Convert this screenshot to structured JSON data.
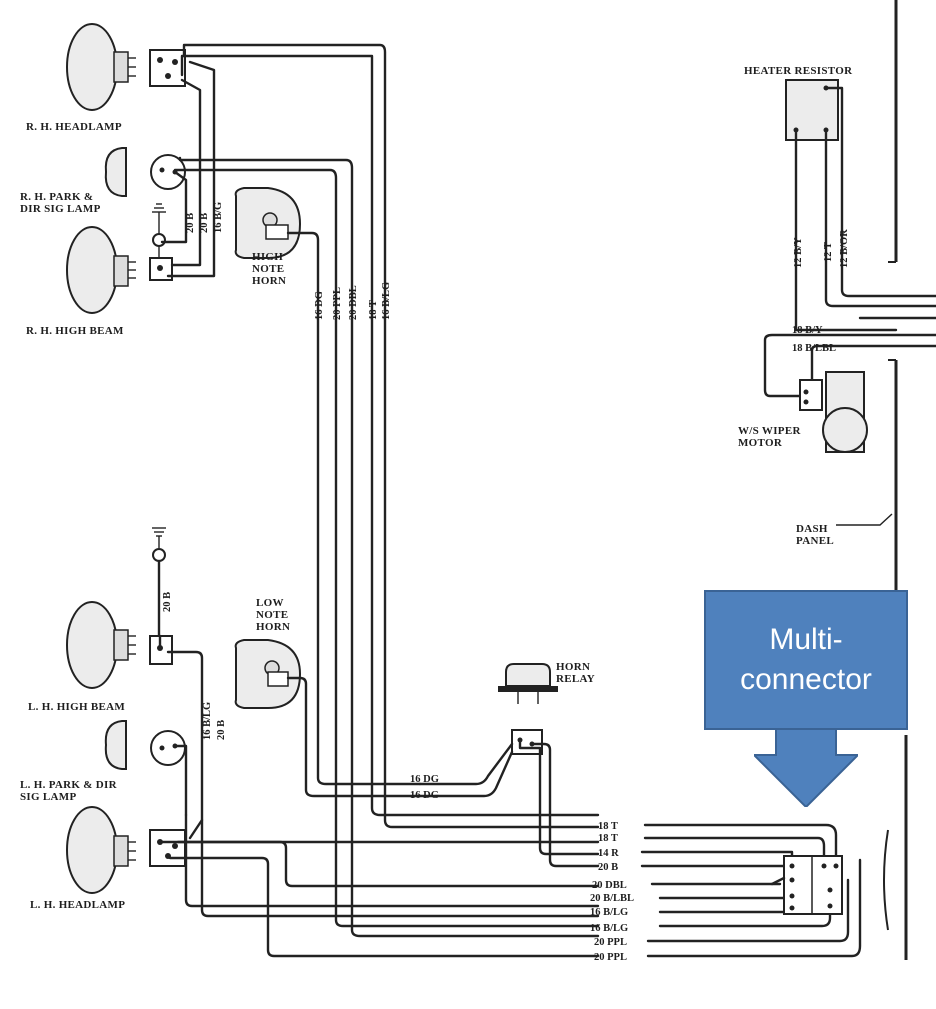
{
  "components": {
    "rh_headlamp": "R. H. HEADLAMP",
    "rh_park_lamp": "R. H. PARK &\nDIR SIG LAMP",
    "rh_high_beam": "R. H. HIGH BEAM",
    "high_note_horn": "HIGH\nNOTE\nHORN",
    "heater_resistor": "HEATER RESISTOR",
    "ws_wiper_motor": "W/S WIPER\nMOTOR",
    "dash_panel": "DASH\nPANEL",
    "low_note_horn": "LOW\nNOTE\nHORN",
    "lh_high_beam": "L. H. HIGH BEAM",
    "lh_park_lamp": "L. H. PARK & DIR\nSIG LAMP",
    "lh_headlamp": "L. H. HEADLAMP",
    "horn_relay": "HORN\nRELAY"
  },
  "wire_labels": {
    "rh_20b_1": "20 B",
    "rh_20b_2": "20 B",
    "rh_16bg": "16 B/G",
    "main_16dg": "16 DG",
    "main_20ppl": "20 PPL",
    "main_20dbl": "20 DBL",
    "main_18t": "18 T",
    "main_16blg": "16 B/LG",
    "heater_12by": "12 B/Y",
    "heater_12t": "12 T",
    "heater_12bor": "12 B/OR",
    "wiper_18by": "18 B/Y",
    "wiper_18blbl": "18 B/LBL",
    "lh_20b_ground": "20 B",
    "lh_16blg": "16 B/LG",
    "lh_20b": "20 B",
    "relay_16dg_1": "16 DG",
    "relay_16dg_2": "16 DG"
  },
  "bundle_labels": [
    "18 T",
    "18 T",
    "14 R",
    "20 B",
    "20 DBL",
    "20 B/LBL",
    "16 B/LG",
    "16 B/LG",
    "20 PPL",
    "20 PPL"
  ],
  "callout": {
    "text": "Multi-\nconnector",
    "fill_color": "#4f81bd"
  }
}
